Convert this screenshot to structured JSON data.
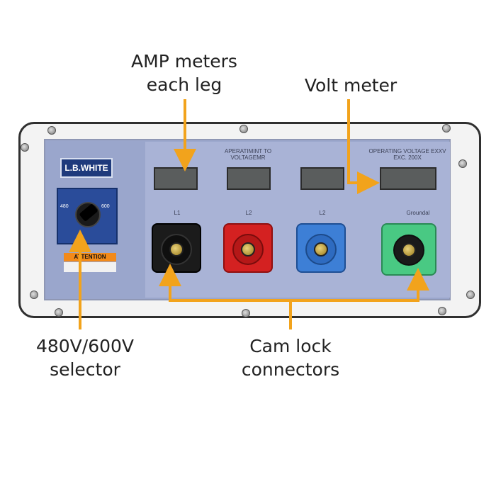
{
  "callouts": {
    "amp_meters": [
      "AMP meters",
      "each leg"
    ],
    "volt_meter": "Volt meter",
    "selector": [
      "480V/600V",
      "selector"
    ],
    "cam_lock": [
      "Cam lock",
      "connectors"
    ]
  },
  "panel": {
    "logo": "L.B.WHITE",
    "meter_header_left": [
      "APERATIMINT TO",
      "VOLTAGEMR"
    ],
    "meter_header_right": [
      "OPERATING VOLTAGE EXXV",
      "EXC. 200X"
    ],
    "attention_label": "ATTENTION",
    "connector_labels": [
      "L1",
      "L2",
      "L2",
      "Groundal"
    ],
    "connector_colors": [
      "#1b1b1b",
      "#d42121",
      "#3d7fd6",
      "#49c983"
    ]
  },
  "arrow_color": "#f2a31c"
}
